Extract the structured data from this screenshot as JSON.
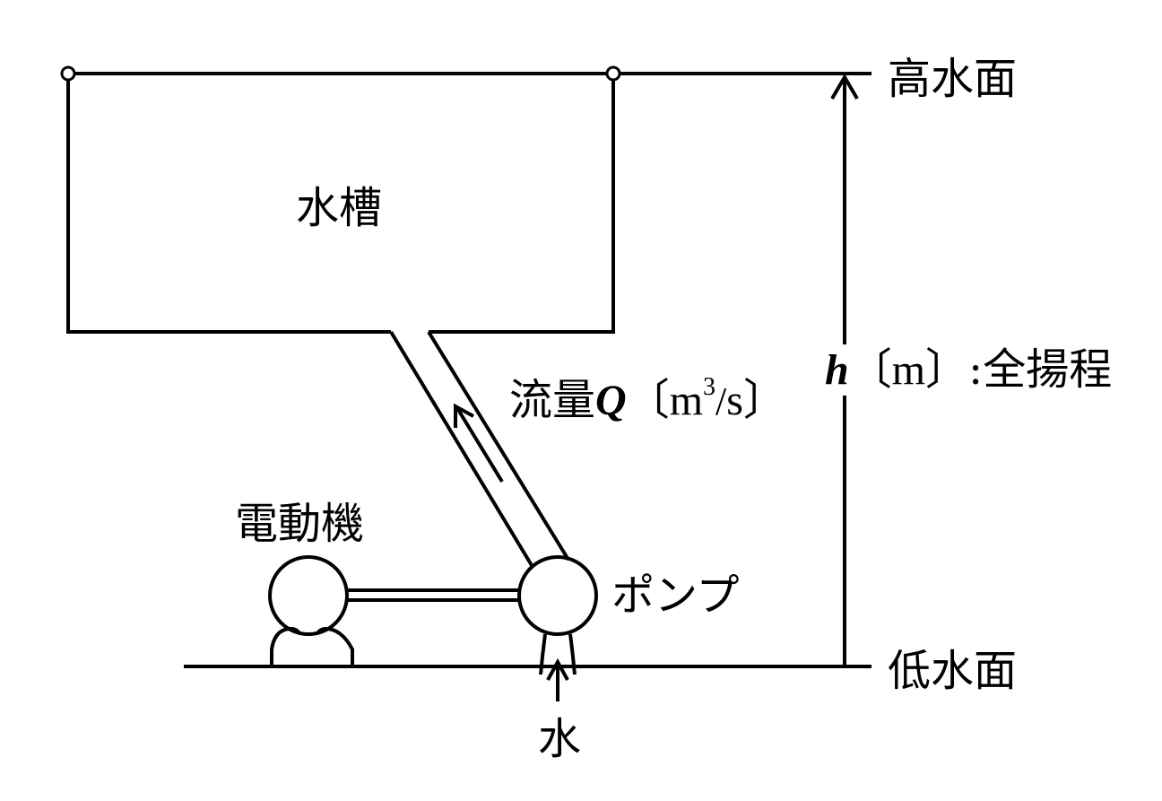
{
  "labels": {
    "tank": "水槽",
    "high_water": "高水面",
    "low_water": "低水面",
    "motor": "電動機",
    "pump": "ポンプ",
    "water": "水",
    "flow_prefix": "流量",
    "flow_symbol": "Q",
    "flow_bracket_open": "〔",
    "flow_unit_m": "m",
    "flow_unit_exp": "3",
    "flow_unit_slash": "/",
    "flow_unit_s": "s",
    "flow_bracket_close": "〕",
    "head_symbol": "h",
    "head_unit": "〔m〕",
    "head_sep": ":",
    "head_text": "全揚程"
  },
  "colors": {
    "line": "#000000",
    "background": "#ffffff"
  }
}
